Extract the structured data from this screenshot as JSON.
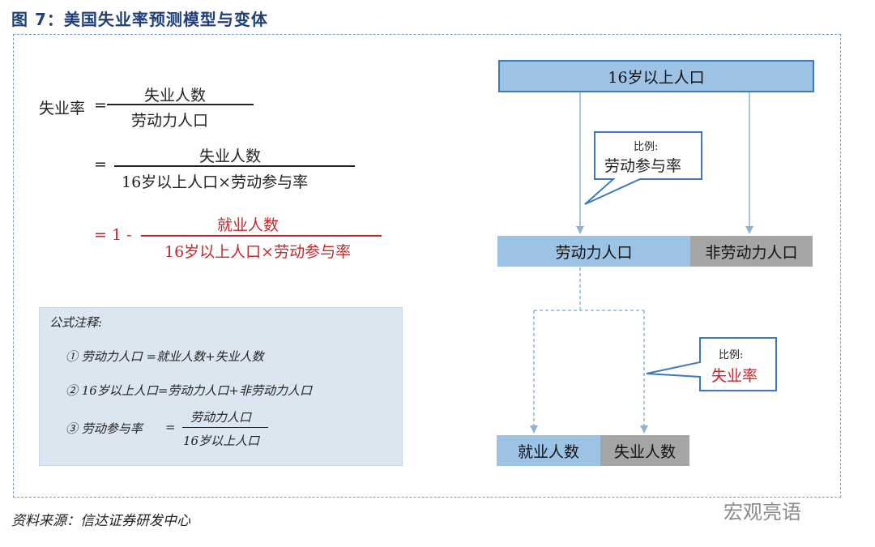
{
  "title": "图 7：美国失业率预测模型与变体",
  "formula": {
    "lhs": "失业率",
    "eq": "=",
    "f1_num": "失业人数",
    "f1_den": "劳动力人口",
    "f2_num": "失业人数",
    "f2_den": "16岁以上人口×劳动参与率",
    "f3_prefix": "= 1 -",
    "f3_num": "就业人数",
    "f3_den": "16岁以上人口×劳动参与率"
  },
  "notes": {
    "heading": "公式注释:",
    "n1": "① 劳动力人口   =就业人数+失业人数",
    "n2": "② 16岁以上人口=劳动力人口+非劳动力人口",
    "n3_lhs": "③  劳动参与率",
    "n3_eq": "=",
    "n3_num": "劳动力人口",
    "n3_den": "16岁以上人口"
  },
  "diagram": {
    "top": "16岁以上人口",
    "callout1_small": "比例:",
    "callout1_big": "劳动参与率",
    "labor": "劳动力人口",
    "nonlabor": "非劳动力人口",
    "callout2_small": "比例:",
    "callout2_big": "失业率",
    "employed": "就业人数",
    "unemployed": "失业人数"
  },
  "colors": {
    "accent_blue": "#9cc2e5",
    "border_blue": "#3c79c0",
    "gray": "#a5a5a5",
    "red": "#c2282d",
    "title_blue": "#1f3f78"
  },
  "source": "资料来源：信达证券研发中心",
  "brand": "宏观亮语"
}
